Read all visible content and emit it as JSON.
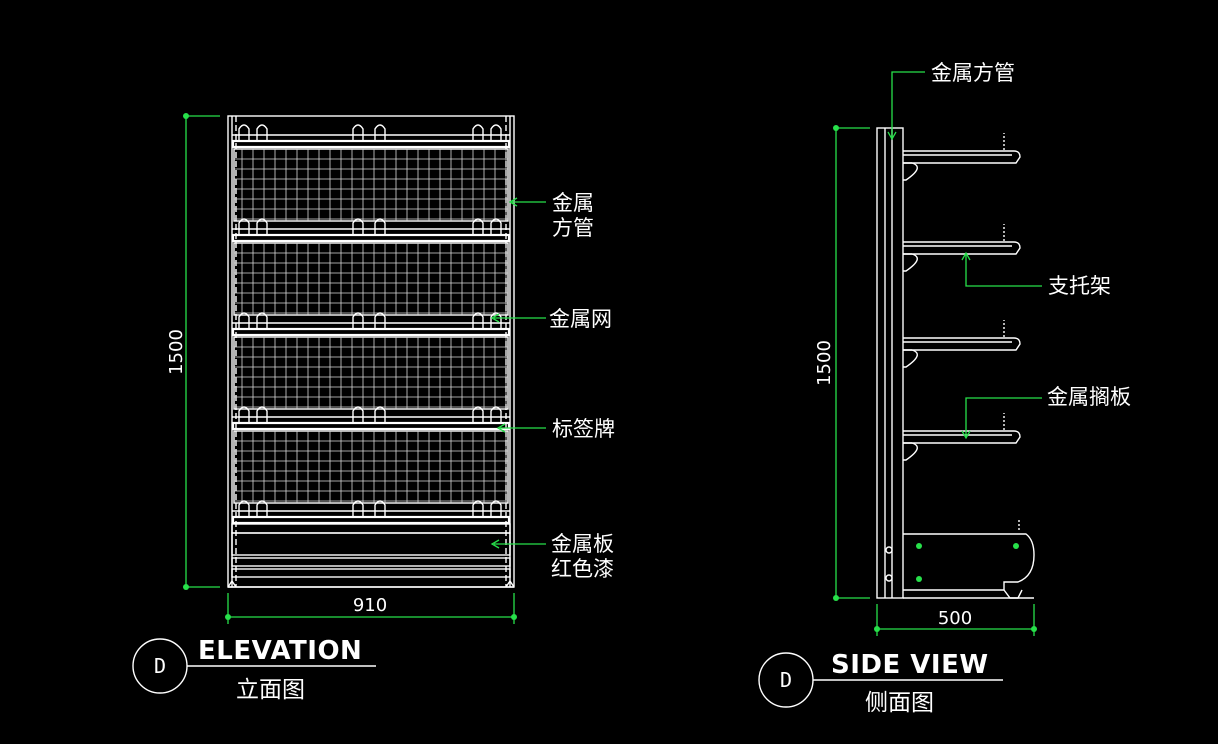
{
  "elevation": {
    "labels": {
      "tube_line1": "金属",
      "tube_line2": "方管",
      "mesh": "金属网",
      "tag": "标签牌",
      "board_line1": "金属板",
      "board_line2": "红色漆"
    },
    "dims": {
      "height": "1500",
      "width": "910"
    },
    "title": {
      "marker": "D",
      "main": "ELEVATION",
      "sub": "立面图"
    }
  },
  "side": {
    "labels": {
      "tube": "金属方管",
      "bracket": "支托架",
      "shelf": "金属搁板"
    },
    "dims": {
      "height": "1500",
      "width": "500"
    },
    "title": {
      "marker": "D",
      "main": "SIDE VIEW",
      "sub": "侧面图"
    }
  },
  "colors": {
    "background": "#000000",
    "line": "#ffffff",
    "dimension": "#27e04a"
  }
}
